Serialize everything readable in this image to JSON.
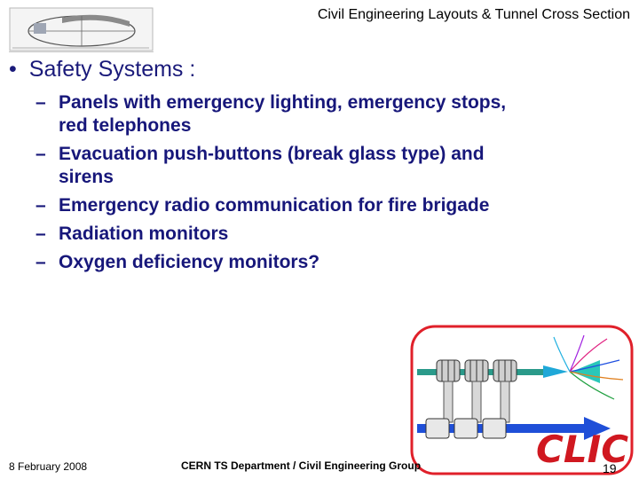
{
  "header": {
    "title": "Civil Engineering Layouts & Tunnel Cross Section"
  },
  "main": {
    "bullet": "Safety Systems :",
    "items": [
      "Panels with emergency lighting, emergency stops, red telephones",
      "Evacuation push-buttons (break glass type) and sirens",
      "Emergency radio communication for fire brigade",
      "Radiation monitors",
      "Oxygen deficiency monitors?"
    ]
  },
  "footer": {
    "date": "8 February 2008",
    "department": "CERN TS Department / Civil Engineering Group",
    "page_number": "19"
  },
  "logo": {
    "text": "CLIC",
    "border_color": "#e0202a",
    "text_color": "#d01820",
    "arrow_color": "#1f4fd8"
  },
  "colors": {
    "bullet_text": "#1a1a7a",
    "sub_text": "#17177a"
  }
}
